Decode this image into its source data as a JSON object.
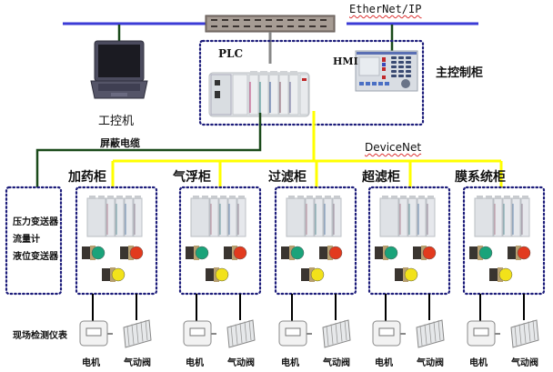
{
  "networks": {
    "ethernet": {
      "label": "EtherNet/IP",
      "color": "#3b3bd6"
    },
    "devicenet": {
      "label": "DeviceNet",
      "color": "#ffff00"
    },
    "shielded_cable": {
      "label": "屏蔽电缆",
      "color": "#1a4a1a"
    }
  },
  "main_cabinet": {
    "label": "主控制柜",
    "plc_label": "PLC",
    "hmi_label": "HMI",
    "border_color": "#1c1c7a"
  },
  "workstation": {
    "label": "工控机"
  },
  "instrument_box": {
    "items": [
      "压力变送器",
      "流量计",
      "液位变送器"
    ],
    "footer_label": "现场检测仪表"
  },
  "cabinets": [
    {
      "label": "加药柜",
      "devices": [
        "电机",
        "气动阀"
      ]
    },
    {
      "label": "气浮柜",
      "devices": [
        "电机",
        "气动阀"
      ]
    },
    {
      "label": "过滤柜",
      "devices": [
        "电机",
        "气动阀"
      ]
    },
    {
      "label": "超滤柜",
      "devices": [
        "电机",
        "气动阀"
      ]
    },
    {
      "label": "膜系统柜",
      "devices": [
        "电机",
        "气动阀"
      ]
    }
  ],
  "button_colors": {
    "green": "#1aa37a",
    "red": "#e23a1e",
    "yellow": "#f2e21a"
  }
}
